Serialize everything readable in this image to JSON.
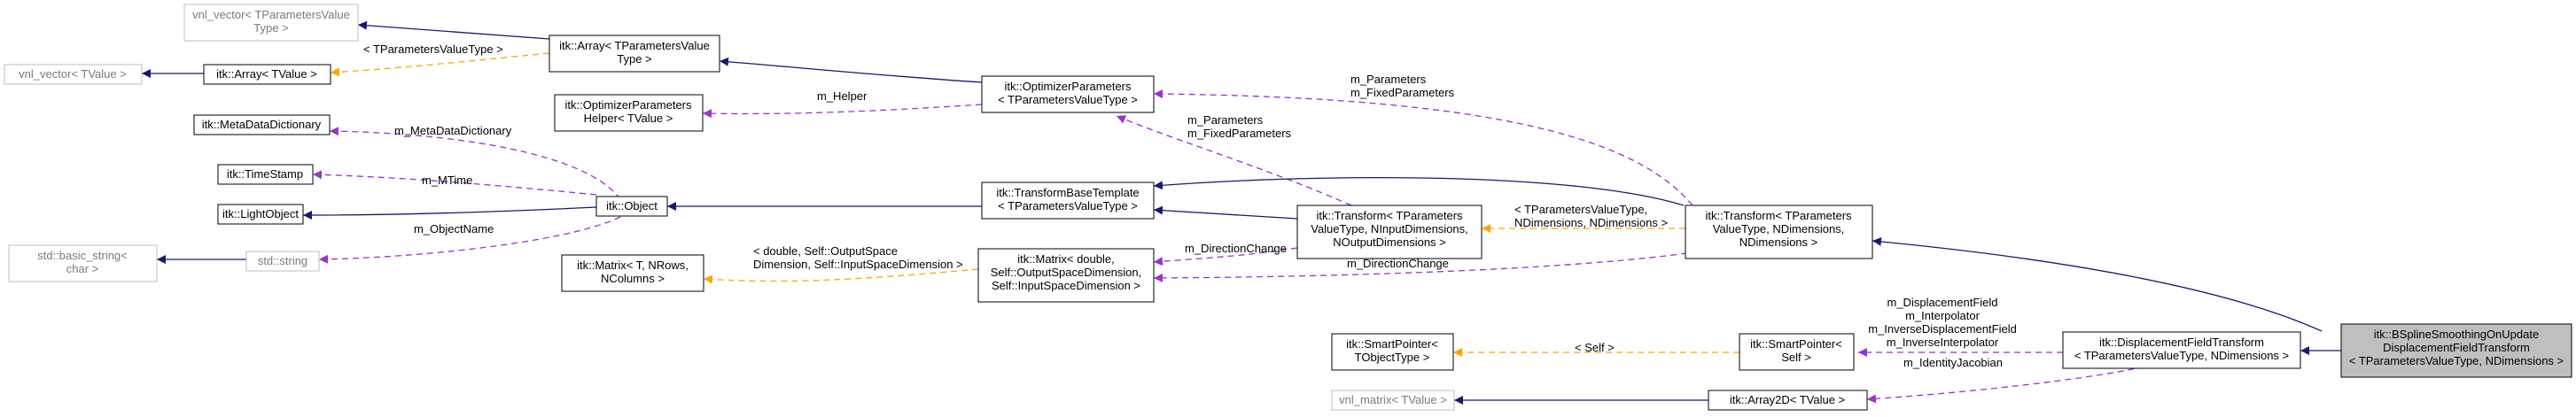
{
  "colors": {
    "inheritance": "#191970",
    "usage": "#9a32cd",
    "template": "#ffa500",
    "node_border": "#000000",
    "external_border": "#bfbfbf",
    "highlight_fill": "#bfbfbf"
  },
  "nodes": {
    "vnl_vector_tparams": [
      "vnl_vector< TParametersValue",
      "Type >"
    ],
    "vnl_vector_tvalue": [
      "vnl_vector< TValue >"
    ],
    "array_tvalue": [
      "itk::Array< TValue >"
    ],
    "array_tparams": [
      "itk::Array< TParametersValue",
      "Type >"
    ],
    "optimizer_parameters": [
      "itk::OptimizerParameters",
      "< TParametersValueType >"
    ],
    "optimizer_parameters_helper": [
      "itk::OptimizerParameters",
      "Helper< TValue >"
    ],
    "metadata_dictionary": [
      "itk::MetaDataDictionary"
    ],
    "time_stamp": [
      "itk::TimeStamp"
    ],
    "light_object": [
      "itk::LightObject"
    ],
    "basic_string": [
      "std::basic_string<",
      "char >"
    ],
    "std_string": [
      "std::string"
    ],
    "object": [
      "itk::Object"
    ],
    "transform_base_template": [
      "itk::TransformBaseTemplate",
      "< TParametersValueType >"
    ],
    "transform_ninput": [
      "itk::Transform< TParameters",
      "ValueType, NInputDimensions,",
      "NOutputDimensions >"
    ],
    "matrix_t": [
      "itk::Matrix< T, NRows,",
      "NColumns >"
    ],
    "matrix_double": [
      "itk::Matrix< double,",
      "Self::OutputSpaceDimension,",
      "Self::InputSpaceDimension >"
    ],
    "transform_ndim": [
      "itk::Transform< TParameters",
      "ValueType, NDimensions,",
      "NDimensions >"
    ],
    "smart_pointer_t": [
      "itk::SmartPointer<",
      "TObjectType >"
    ],
    "smart_pointer_self": [
      "itk::SmartPointer<",
      "Self >"
    ],
    "vnl_matrix": [
      "vnl_matrix< TValue >"
    ],
    "array2d": [
      "itk::Array2D< TValue >"
    ],
    "displacement_field_transform": [
      "itk::DisplacementFieldTransform",
      "< TParametersValueType, NDimensions >"
    ],
    "bspline_smoothing": [
      "itk::BSplineSmoothingOnUpdate",
      "DisplacementFieldTransform",
      "< TParametersValueType, NDimensions >"
    ]
  },
  "edge_labels": {
    "array_tparams_template": [
      "< TParametersValueType >"
    ],
    "helper": [
      "m_Helper"
    ],
    "parameters": [
      "m_Parameters",
      "m_FixedParameters"
    ],
    "parameters_tn": [
      "m_Parameters",
      "m_FixedParameters"
    ],
    "metadata": [
      "m_MetaDataDictionary"
    ],
    "mtime": [
      "m_MTime"
    ],
    "object_name": [
      "m_ObjectName"
    ],
    "transform_template": [
      "< TParametersValueType,",
      "NDimensions, NDimensions >"
    ],
    "direction_change_tn": [
      "m_DirectionChange"
    ],
    "direction_change_t": [
      "m_DirectionChange"
    ],
    "matrix_template": [
      "< double, Self::OutputSpace",
      "Dimension, Self::InputSpaceDimension >"
    ],
    "smart_pointer_template": [
      "< Self >"
    ],
    "displacement_members": [
      "m_DisplacementField",
      "m_Interpolator",
      "m_InverseDisplacementField",
      "m_InverseInterpolator"
    ],
    "identity_jacobian": [
      "m_IdentityJacobian"
    ]
  }
}
